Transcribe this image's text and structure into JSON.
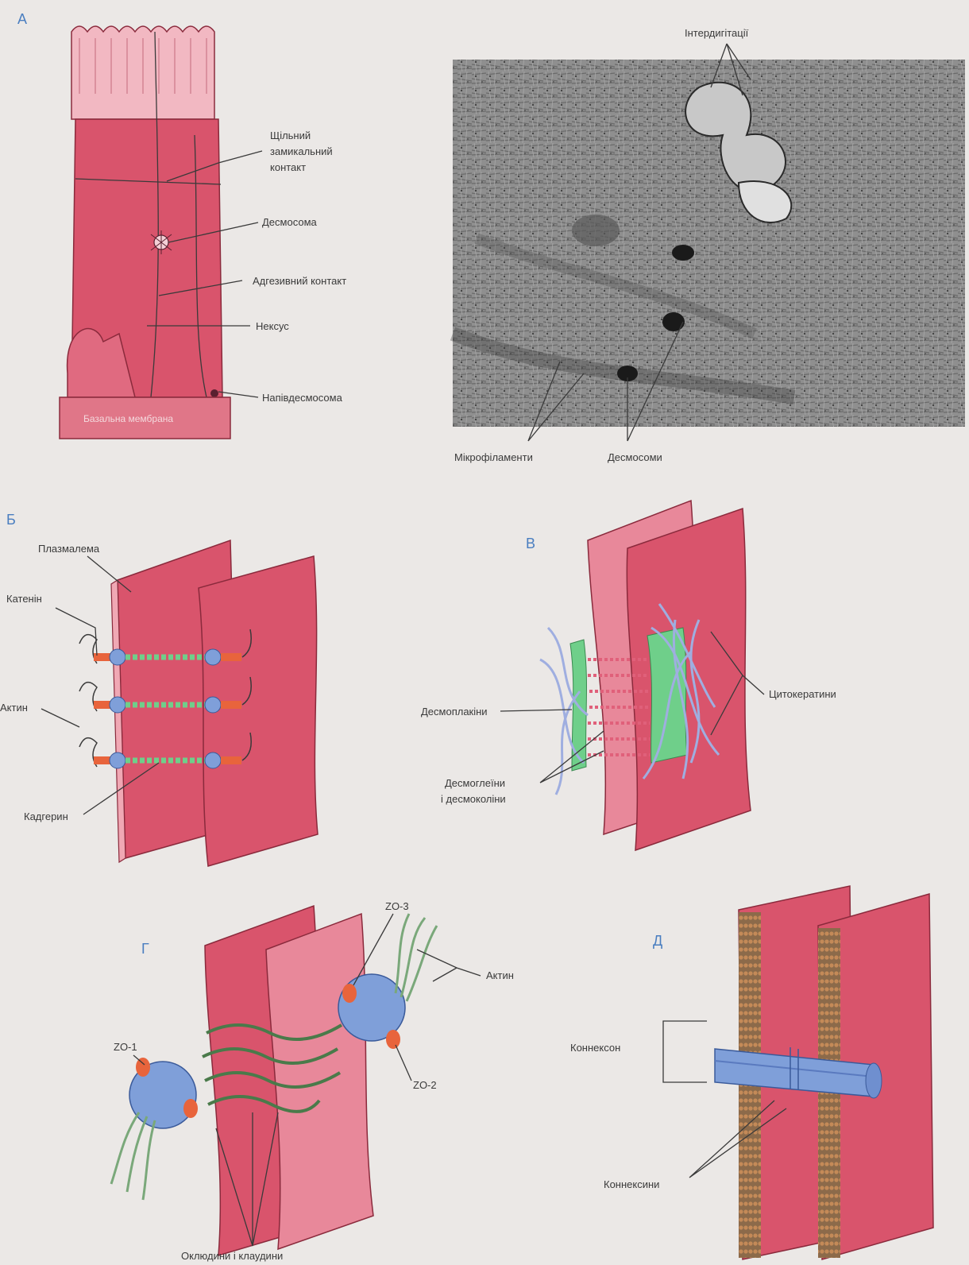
{
  "panels": {
    "a": {
      "letter": "А",
      "labels": {
        "tight": [
          "Щільний",
          "замикальний",
          "контакт"
        ],
        "desmosome": "Десмосома",
        "adhesive": "Адгезивний контакт",
        "nexus": "Нексус",
        "hemidesmosome": "Напівдесмосома",
        "basal_membrane": "Базальна мембрана"
      }
    },
    "micrograph": {
      "interdigitations": "Інтердигітації",
      "microfilaments": "Мікрофіламенти",
      "desmosomes": "Десмосоми"
    },
    "b": {
      "letter": "Б",
      "labels": {
        "plasmalemma": "Плазмалема",
        "catenin": "Катенін",
        "actin": "Актин",
        "cadherin": "Кадгерин"
      }
    },
    "v": {
      "letter": "В",
      "labels": {
        "cytokeratins": "Цитокератини",
        "desmoplakins": "Десмоплакіни",
        "desmogleins": [
          "Десмоглеїни",
          "і десмоколіни"
        ]
      }
    },
    "g": {
      "letter": "Г",
      "labels": {
        "zo3": "ZO-3",
        "actin": "Актин",
        "zo1": "ZO-1",
        "zo2": "ZO-2",
        "occludins": "Оклюдини і клаудини"
      }
    },
    "d": {
      "letter": "Д",
      "labels": {
        "connexon": "Коннексон",
        "connexins": "Коннексини"
      }
    }
  },
  "colors": {
    "background": "#ebe8e6",
    "cell": "#d9546c",
    "cell_light": "#e8889a",
    "protein_green": "#6fcf8a",
    "protein_blue": "#7f9fd9",
    "protein_orange": "#e8643c",
    "letter_blue": "#4a7ec0"
  }
}
